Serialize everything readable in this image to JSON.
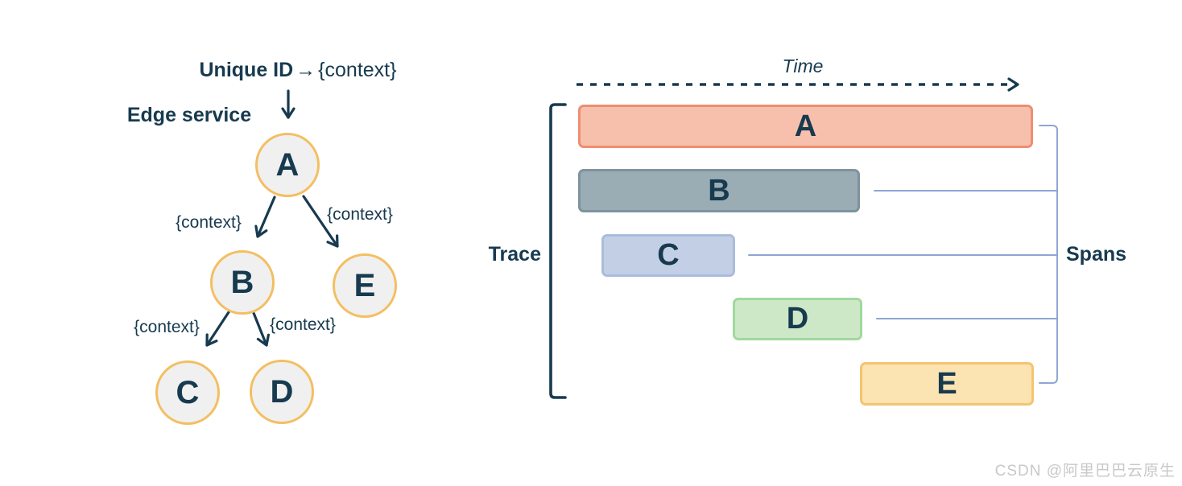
{
  "colors": {
    "navy": "#173A4F",
    "node_fill": "#F0F0F0",
    "node_border": "#F4BE62",
    "spans_bracket": "#8FA5D3",
    "watermark_gray": "#C8C8C8"
  },
  "left_panel": {
    "unique_id_label": "Unique ID",
    "arrow_glyph": "→",
    "context_token": "{context}",
    "edge_service_label": "Edge service",
    "nodes": [
      {
        "id": "A",
        "label": "A"
      },
      {
        "id": "B",
        "label": "B"
      },
      {
        "id": "C",
        "label": "C"
      },
      {
        "id": "D",
        "label": "D"
      },
      {
        "id": "E",
        "label": "E"
      }
    ],
    "edges": [
      {
        "from": "A",
        "to": "B",
        "label": "{context}"
      },
      {
        "from": "A",
        "to": "E",
        "label": "{context}"
      },
      {
        "from": "B",
        "to": "C",
        "label": "{context}"
      },
      {
        "from": "B",
        "to": "D",
        "label": "{context}"
      }
    ],
    "edge_labels": [
      "{context}",
      "{context}",
      "{context}",
      "{context}"
    ]
  },
  "right_panel": {
    "time_label": "Time",
    "trace_label": "Trace",
    "spans_label": "Spans",
    "bars": [
      {
        "label": "A",
        "fill": "#F7C0AD",
        "border": "#EE8E71"
      },
      {
        "label": "B",
        "fill": "#9AACB4",
        "border": "#7E939D"
      },
      {
        "label": "C",
        "fill": "#C3CFE5",
        "border": "#ABBCDB"
      },
      {
        "label": "D",
        "fill": "#CCE8C6",
        "border": "#A2D89E"
      },
      {
        "label": "E",
        "fill": "#FBE3B2",
        "border": "#F5C470"
      }
    ]
  },
  "watermark": "CSDN @阿里巴巴云原生"
}
